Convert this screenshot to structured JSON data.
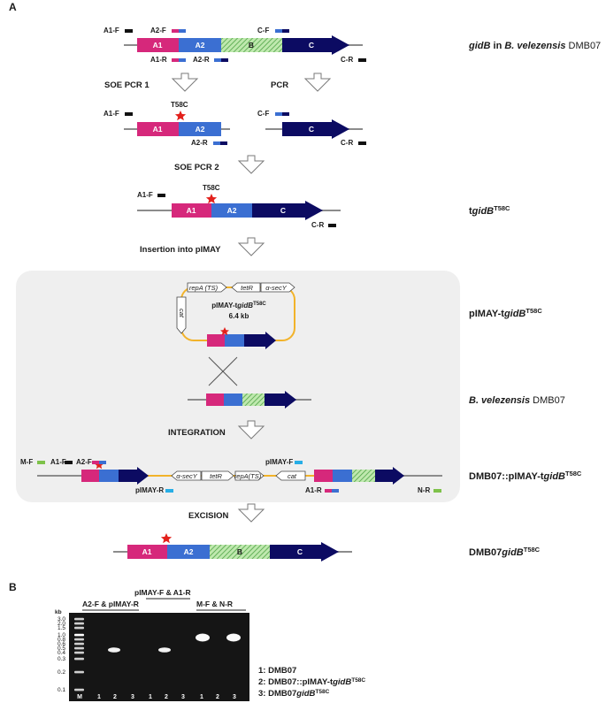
{
  "panels": {
    "a": "A",
    "b": "B"
  },
  "primers": {
    "a1f": "A1-F",
    "a2f": "A2-F",
    "a1r": "A1-R",
    "a2r": "A2-R",
    "cf": "C-F",
    "cr": "C-R",
    "mf": "M-F",
    "nr": "N-R",
    "pimayf": "pIMAY-F",
    "pimayr": "pIMAY-R"
  },
  "genes": {
    "a1": "A1",
    "a2": "A2",
    "b": "B",
    "c": "C"
  },
  "mutation": "T58C",
  "steps": {
    "soe1": "SOE PCR 1",
    "pcr": "PCR",
    "soe2": "SOE PCR 2",
    "insertion": "Insertion into pIMAY",
    "integration": "INTEGRATION",
    "excision": "EXCISION"
  },
  "strains": {
    "s1": {
      "pre": "gidB",
      "mid": " in ",
      "italic": "B. velezensis",
      "post": " DMB07"
    },
    "s2": {
      "pre": "t",
      "italic": "gidB",
      "sup": "T58C"
    },
    "s3": {
      "pre": "pIMAY-t",
      "italic": "gidB",
      "sup": "T58C"
    },
    "s4": {
      "italic": "B. velezensis",
      "post": " DMB07"
    },
    "s5": {
      "pre": "DMB07::pIMAY-t",
      "italic": "gidB",
      "sup": "T58C"
    },
    "s6": {
      "pre": "DMB07",
      "italic": "gidB",
      "sup": "T58C"
    }
  },
  "plasmid": {
    "name_pre": "pIMAY-t",
    "name_italic": "gidB",
    "name_sup": "T58C",
    "size": "6.4 kb",
    "repA": "repA (TS)",
    "tetR": "tetR",
    "secY": "α-secY",
    "cat": "cat"
  },
  "integration_boxes": {
    "secY": "α-secY",
    "tetR": "tetR",
    "repA": "repA(TS)",
    "cat": "cat"
  },
  "gel": {
    "kb": "kb",
    "ladder": [
      "3.0",
      "2.0",
      "1.5",
      "1.0",
      "0.8",
      "0.6",
      "0.5",
      "0.4",
      "0.3",
      "0.2",
      "0.1"
    ],
    "groups": [
      "A2-F & pIMAY-R",
      "pIMAY-F & A1-R",
      "M-F & N-R"
    ],
    "lanes": [
      "M",
      "1",
      "2",
      "3",
      "1",
      "2",
      "3",
      "1",
      "2",
      "3"
    ],
    "legend": [
      {
        "num": "1: ",
        "text": "DMB07"
      },
      {
        "num": "2: ",
        "pre": "DMB07::pIMAY-t",
        "italic": "gidB",
        "sup": "T58C"
      },
      {
        "num": "3: ",
        "pre": "DMB07",
        "italic": "gidB",
        "sup": "T58C"
      }
    ]
  },
  "colors": {
    "a1": "#d6287b",
    "a2": "#3b6fd2",
    "b": "#8fd07a",
    "c": "#0c0b62",
    "line": "#8c8c8c",
    "star": "#e3201b",
    "primer_black": "#111111",
    "primer_cyan": "#27aee6",
    "primer_green": "#7ec24a",
    "plasmid": "#f2b32a",
    "panel_bg": "#efefef"
  }
}
